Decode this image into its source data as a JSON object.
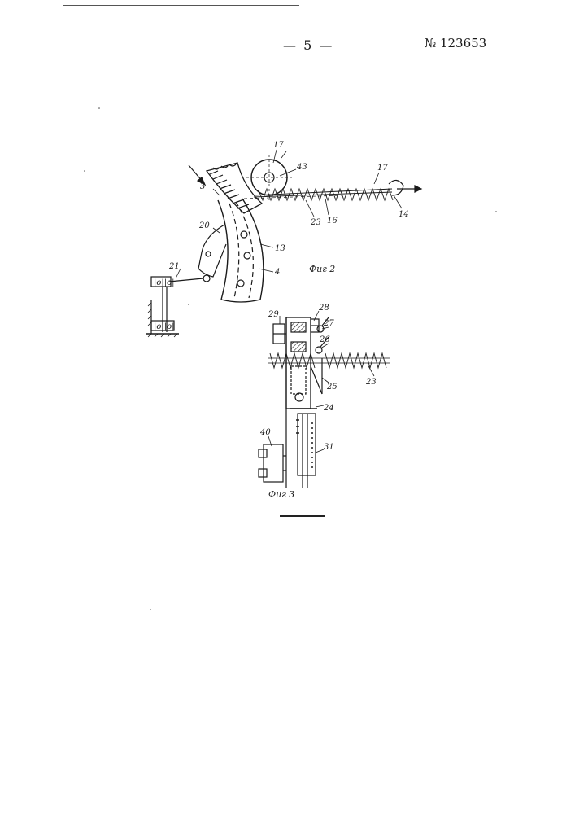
{
  "header": {
    "page_number": "— 5 —",
    "patent_number": "№ 123653"
  },
  "figures": [
    {
      "caption": "Фиг 2",
      "labels": [
        "17",
        "43",
        "17",
        "3",
        "23",
        "16",
        "14",
        "20",
        "13",
        "4",
        "21"
      ]
    },
    {
      "caption": "Фиг 3",
      "labels": [
        "28",
        "29",
        "27",
        "26",
        "23",
        "25",
        "24",
        "40",
        "31"
      ]
    }
  ]
}
